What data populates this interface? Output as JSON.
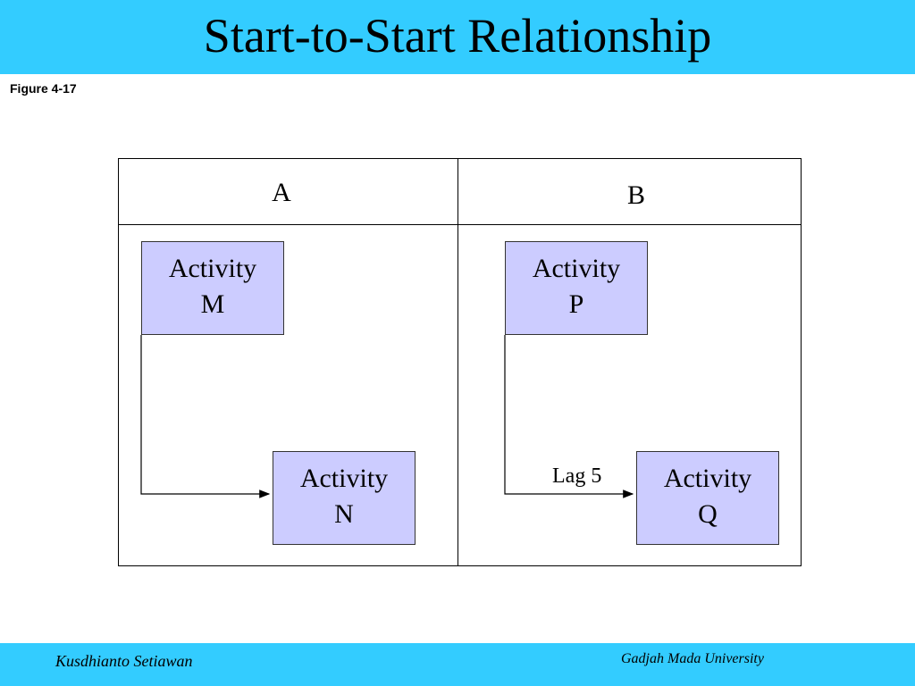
{
  "slide": {
    "title": "Start-to-Start Relationship",
    "figure_label": "Figure 4-17"
  },
  "diagram": {
    "columns": [
      {
        "heading": "A"
      },
      {
        "heading": "B"
      }
    ],
    "activities": {
      "m": {
        "line1": "Activity",
        "line2": "M"
      },
      "n": {
        "line1": "Activity",
        "line2": "N"
      },
      "p": {
        "line1": "Activity",
        "line2": "P"
      },
      "q": {
        "line1": "Activity",
        "line2": "Q"
      }
    },
    "lag_label": "Lag 5",
    "colors": {
      "activity_fill": "#ccccff",
      "bar": "#33ccff"
    }
  },
  "footer": {
    "left": "Kusdhianto Setiawan",
    "right": "Gadjah Mada University"
  }
}
